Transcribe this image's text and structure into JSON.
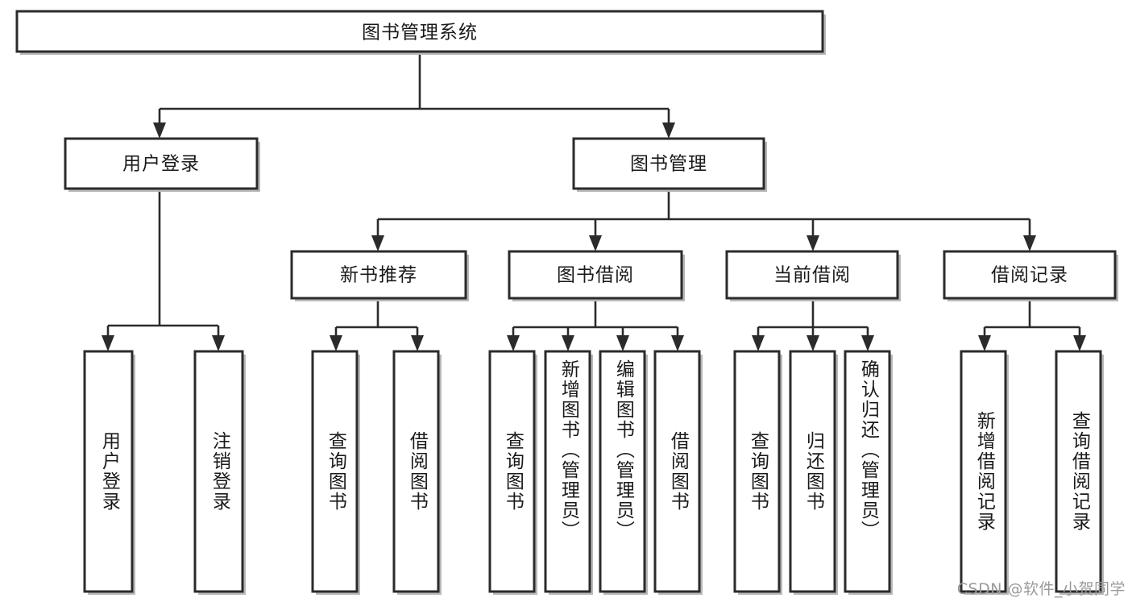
{
  "diagram": {
    "type": "tree",
    "title": "图书管理系统",
    "watermark": "CSDN @软件_小贺同学",
    "colors": {
      "box_fill": "#ffffff",
      "box_stroke": "#2b2b2b",
      "shadow": "#b8b8b8",
      "text": "#1a1a1a",
      "watermark": "#9a9a9a"
    },
    "levels": {
      "root": {
        "label": "图书管理系统"
      },
      "level2": [
        {
          "label": "用户登录"
        },
        {
          "label": "图书管理"
        }
      ],
      "level3": [
        {
          "label": "新书推荐"
        },
        {
          "label": "图书借阅"
        },
        {
          "label": "当前借阅"
        },
        {
          "label": "借阅记录"
        }
      ],
      "leaves": [
        {
          "label": "用户登录",
          "parent": "用户登录"
        },
        {
          "label": "注销登录",
          "parent": "用户登录"
        },
        {
          "label": "查询图书",
          "parent": "新书推荐"
        },
        {
          "label": "借阅图书",
          "parent": "新书推荐"
        },
        {
          "label": "查询图书",
          "parent": "图书借阅"
        },
        {
          "label": "新增图书（管理员）",
          "parent": "图书借阅"
        },
        {
          "label": "编辑图书（管理员）",
          "parent": "图书借阅"
        },
        {
          "label": "借阅图书",
          "parent": "图书借阅"
        },
        {
          "label": "查询图书",
          "parent": "当前借阅"
        },
        {
          "label": "归还图书",
          "parent": "当前借阅"
        },
        {
          "label": "确认归还（管理员）",
          "parent": "当前借阅"
        },
        {
          "label": "新增借阅记录",
          "parent": "借阅记录"
        },
        {
          "label": "查询借阅记录",
          "parent": "借阅记录"
        }
      ]
    }
  }
}
